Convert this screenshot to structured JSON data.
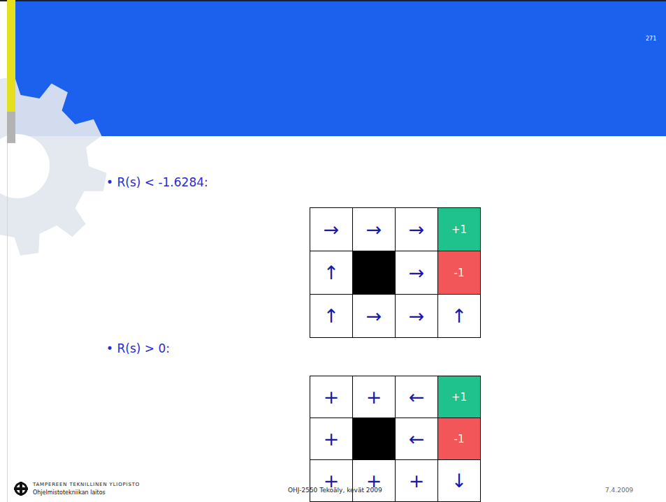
{
  "diagram": {
    "nodes": [
      {
        "text": [
          "→"
        ]
      },
      {
        "text": [
          "→"
        ]
      },
      {
        "text": [
          "→"
        ]
      },
      {
        "text": [
          "+1"
        ]
      },
      {
        "text": [
          "↑"
        ]
      },
      {
        "text": [
          "→"
        ]
      },
      {
        "text": [
          "-1"
        ]
      },
      {
        "text": [
          "↑"
        ]
      },
      {
        "text": [
          "→"
        ]
      },
      {
        "text": [
          "→"
        ]
      },
      {
        "text": [
          "↑"
        ]
      },
      {
        "text": [
          "+"
        ]
      },
      {
        "text": [
          "+"
        ]
      },
      {
        "text": [
          "←"
        ]
      },
      {
        "text": [
          "+1"
        ]
      },
      {
        "text": [
          "+"
        ]
      },
      {
        "text": [
          "←"
        ]
      },
      {
        "text": [
          "-1"
        ]
      },
      {
        "text": [
          "+"
        ]
      },
      {
        "text": [
          "+"
        ]
      },
      {
        "text": [
          "+"
        ]
      },
      {
        "text": [
          "↓"
        ]
      }
    ],
    "labels": [
      "271",
      "• R(s) < -1.6284:",
      "• R(s) > 0:",
      "TAMPEREEN TEKNILLINEN YLIOPISTO",
      "Ohjelmistotekniikan laitos",
      "OHJ-2550 Tekoäly, kevät 2009",
      "7.4.2009"
    ]
  }
}
